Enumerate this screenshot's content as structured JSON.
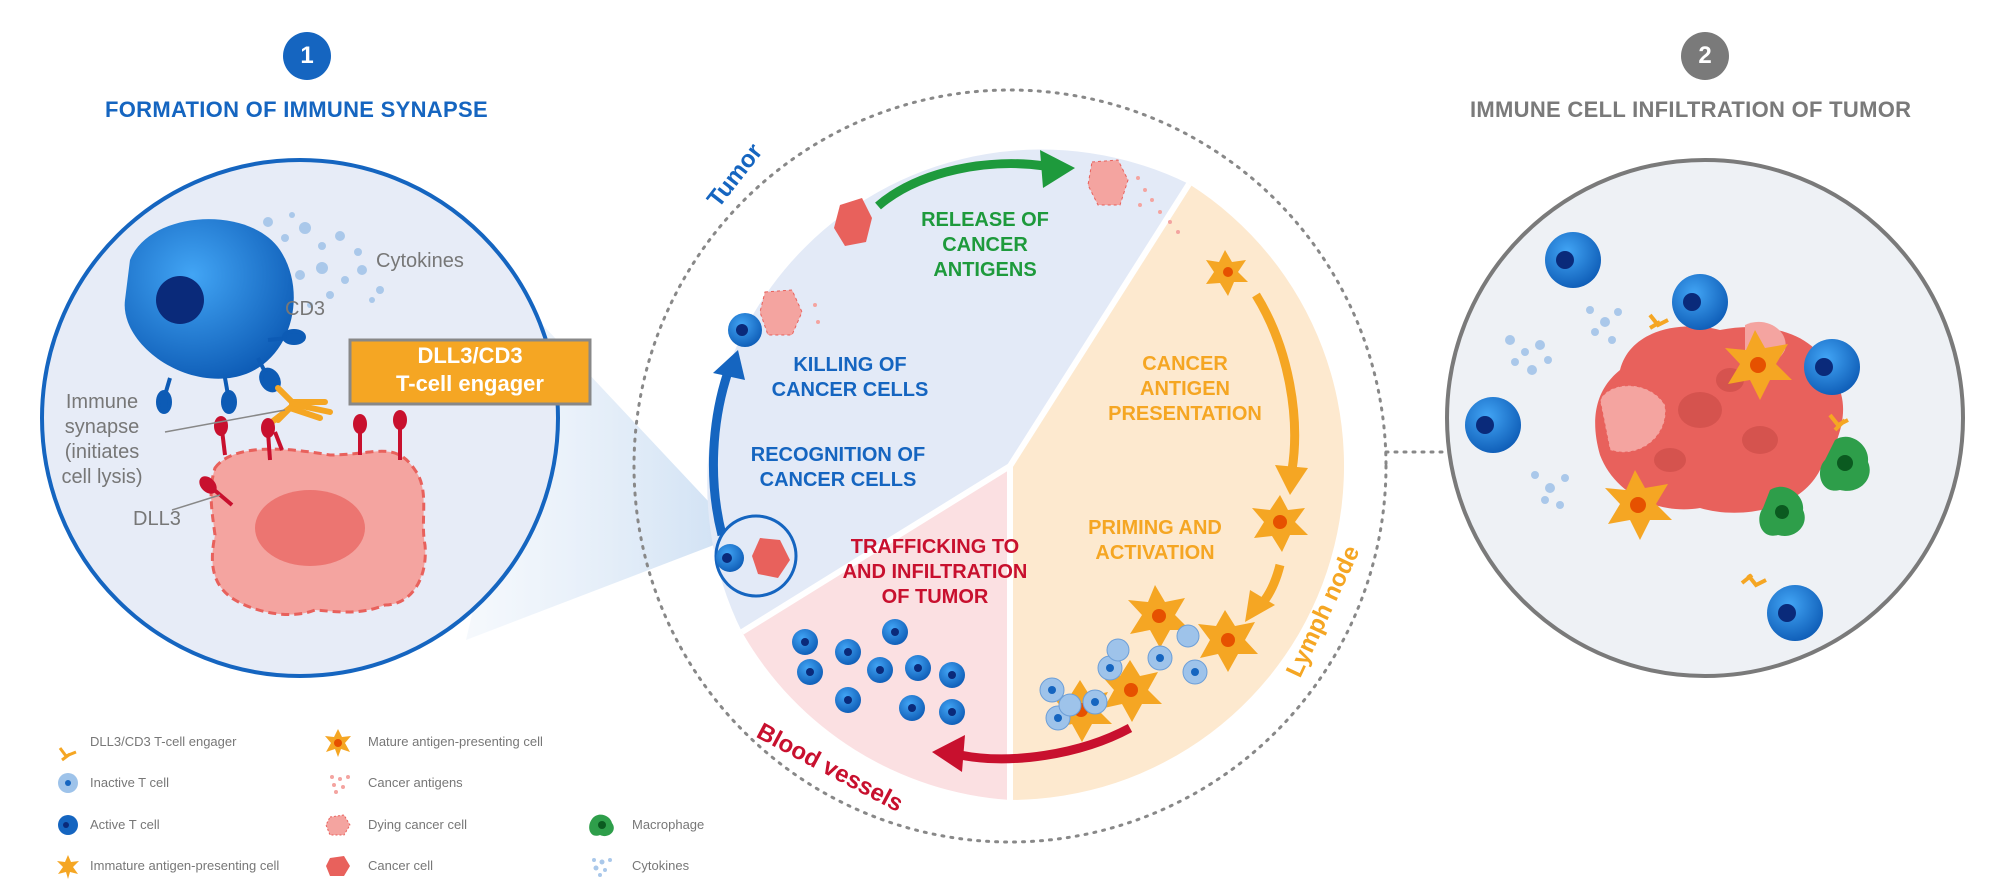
{
  "panel1": {
    "badge": "1",
    "title": "FORMATION OF IMMUNE SYNAPSE",
    "labels": {
      "cytokines": "Cytokines",
      "cd3": "CD3",
      "synapse_line1": "Immune",
      "synapse_line2": "synapse",
      "synapse_line3": "(initiates",
      "synapse_line4": "cell lysis)",
      "dll3": "DLL3"
    },
    "engager_box_line1": "DLL3/CD3",
    "engager_box_line2": "T-cell engager"
  },
  "panel2": {
    "badge": "2",
    "title": "IMMUNE CELL INFILTRATION OF TUMOR"
  },
  "cycle": {
    "region_labels": {
      "tumor": "Tumor",
      "lymph": "Lymph node",
      "blood": "Blood vessels"
    },
    "steps": {
      "release": [
        "RELEASE OF",
        "CANCER",
        "ANTIGENS"
      ],
      "presentation": [
        "CANCER",
        "ANTIGEN",
        "PRESENTATION"
      ],
      "priming": [
        "PRIMING AND",
        "ACTIVATION"
      ],
      "trafficking": [
        "TRAFFICKING TO",
        "AND INFILTRATION",
        "OF TUMOR"
      ],
      "recognition": [
        "RECOGNITION OF",
        "CANCER CELLS"
      ],
      "killing": [
        "KILLING OF",
        "CANCER CELLS"
      ]
    }
  },
  "legend": [
    {
      "icon": "t-cell-engager-icon",
      "label": "DLL3/CD3 T-cell engager"
    },
    {
      "icon": "inactive-t-cell-icon",
      "label": "Inactive T cell"
    },
    {
      "icon": "active-t-cell-icon",
      "label": "Active T cell"
    },
    {
      "icon": "immature-apc-icon",
      "label": "Immature antigen-presenting cell"
    },
    {
      "icon": "mature-apc-icon",
      "label": "Mature antigen-presenting cell"
    },
    {
      "icon": "cancer-antigens-icon",
      "label": "Cancer antigens"
    },
    {
      "icon": "dying-cancer-cell-icon",
      "label": "Dying cancer cell"
    },
    {
      "icon": "cancer-cell-icon",
      "label": "Cancer cell"
    },
    {
      "icon": "macrophage-icon",
      "label": "Macrophage"
    },
    {
      "icon": "cytokines-icon",
      "label": "Cytokines"
    }
  ],
  "colors": {
    "blue": "#1565c0",
    "bright_blue": "#1e88e5",
    "green": "#1e9a3c",
    "orange": "#f5a623",
    "red": "#c8102e",
    "cancer": "#e8615c",
    "gray": "#7a7a7a"
  }
}
